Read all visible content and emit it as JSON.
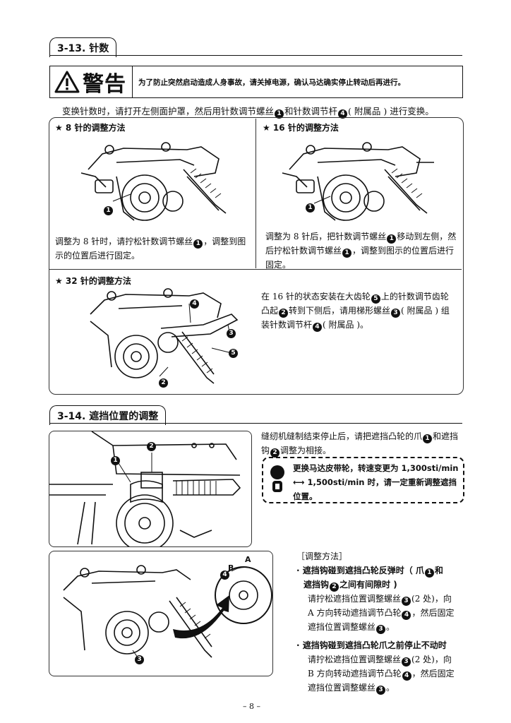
{
  "section1": {
    "title": "3-13. 针数",
    "warning": {
      "word": "警告",
      "text": "为了防止突然启动造成人身事故，请关掉电源，确认马达确实停止转动后再进行。"
    },
    "intro": {
      "part1": "变换针数时，请打开左侧面护罩，然后用针数调节螺丝",
      "n1": "1",
      "part2": "和针数调节杆",
      "n2": "4",
      "part3": "( 附属品 ) 进行变换。"
    },
    "panel8": {
      "title": "★ 8 针的调整方法",
      "callout": "1",
      "text_a": "调整为 8 针时，请拧松针数调节螺丝",
      "n": "1",
      "text_b": "，调整到图示的位置后进行固定。"
    },
    "panel16": {
      "title": "★ 16 针的调整方法",
      "callout": "1",
      "text_a": "调整为 8 针后，把针数调节螺丝",
      "n1": "1",
      "text_b": "移动到左侧，然后拧松针数调节螺丝",
      "n2": "1",
      "text_c": "，调整到图示的位置后进行固定。"
    },
    "panel32": {
      "title": "★ 32 针的调整方法",
      "callouts": [
        "4",
        "3",
        "5",
        "2"
      ],
      "text_a": "在 16 针的状态安装在大齿轮",
      "n5": "5",
      "text_b": "上的针数调节齿轮凸起",
      "n2": "2",
      "text_c": "转到下侧后，请用梯形螺丝",
      "n3": "3",
      "text_d": "( 附属品 ) 组装针数调节杆",
      "n4": "4",
      "text_e": "( 附属品 )。"
    }
  },
  "section2": {
    "title": "3-14. 遮挡位置的调整",
    "fig_callouts": [
      "1",
      "2"
    ],
    "desc": {
      "part1": "缝纫机缝制结束停止后，请把遮挡凸轮的爪",
      "n1": "1",
      "part2": "和遮挡钩",
      "n2": "2",
      "part3": "调整为相接。"
    },
    "caution": {
      "icon_label": "注意",
      "line1": "更换马达皮带轮，转速变更为 1,300sti/min",
      "line2": "⟷ 1,500sti/min 时，请一定重新调整遮挡",
      "line3": "位置。"
    },
    "fig2_callouts": [
      "A",
      "B",
      "4",
      "3"
    ],
    "adjust": {
      "heading": "［调整方法］",
      "b1_title_a": "· 遮挡钩碰到遮挡凸轮反弹时（ 爪",
      "b1_n1": "1",
      "b1_title_b": "和",
      "b1_title_c": "遮挡钩",
      "b1_n2": "2",
      "b1_title_d": "之间有间隙时 )",
      "b1_l1_a": "请拧松遮挡位置调整螺丝",
      "b1_l1_n": "3",
      "b1_l1_b": "(2 处)，向",
      "b1_l2_a": "A 方向转动遮挡调节凸轮",
      "b1_l2_n": "4",
      "b1_l2_b": "，然后固定",
      "b1_l3_a": "遮挡位置调整螺丝",
      "b1_l3_n": "3",
      "b1_l3_b": "。",
      "b2_title": "· 遮挡钩碰到遮挡凸轮爪之前停止不动时",
      "b2_l1_a": "请拧松遮挡位置调整螺丝",
      "b2_l1_n": "3",
      "b2_l1_b": "(2 处)，向",
      "b2_l2_a": "B 方向转动遮挡调节凸轮",
      "b2_l2_n": "4",
      "b2_l2_b": "，然后固定",
      "b2_l3_a": "遮挡位置调整螺丝",
      "b2_l3_n": "3",
      "b2_l3_b": "。"
    }
  },
  "page_number": "– 8 –"
}
